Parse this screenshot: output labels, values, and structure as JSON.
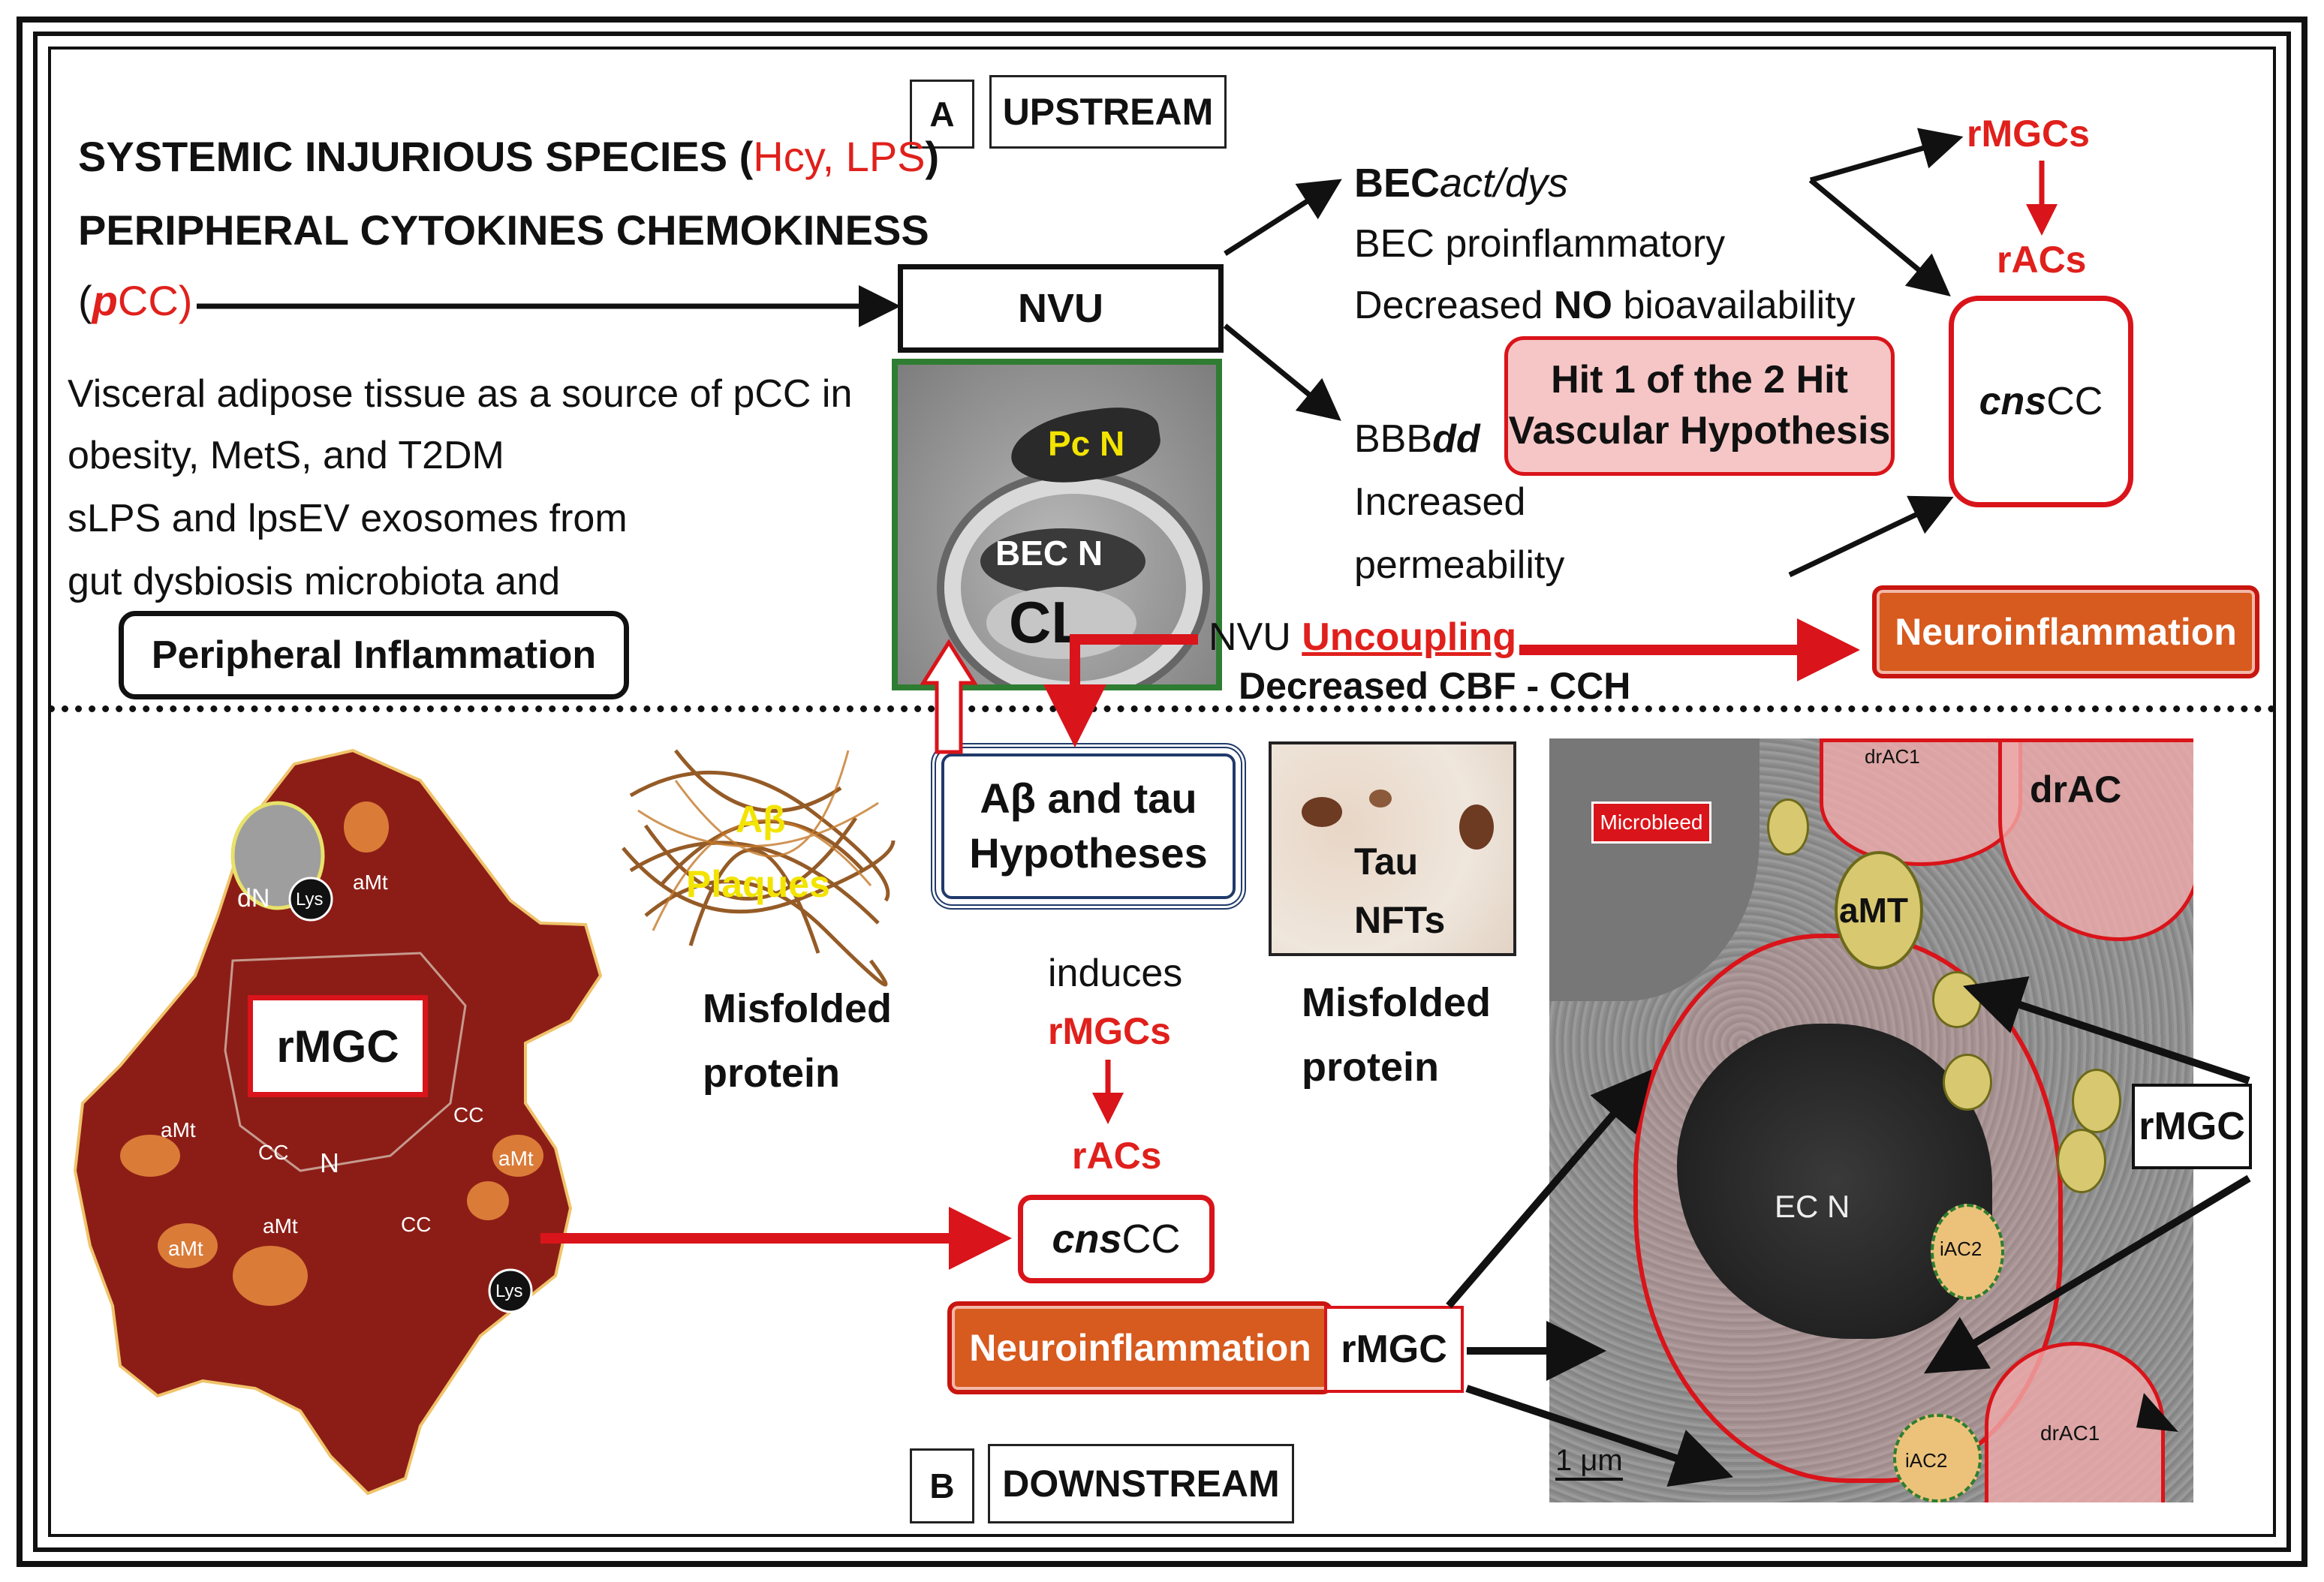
{
  "panel_a": {
    "letter": "A",
    "title": "UPSTREAM",
    "systemic_line1_prefix": "SYSTEMIC INJURIOUS SPECIES (",
    "systemic_line1_red": "Hcy, LPS",
    "systemic_line1_suffix": ")",
    "systemic_line2": "PERIPHERAL CYTOKINES CHEMOKINESS",
    "pcc_open": "(",
    "pcc_red": "p",
    "pcc_rest": "CC)",
    "visceral_1": "Visceral adipose tissue as a source of pCC in",
    "visceral_2": "obesity, MetS, and T2DM",
    "visceral_3": "sLPS and lpsEV exosomes from",
    "visceral_4": "gut dysbiosis microbiota and",
    "peripheral_inflammation": "Peripheral Inflammation",
    "nvu": "NVU",
    "micro_labels": {
      "pc_n": "Pc N",
      "bec_n": "BEC  N",
      "cl": "CL"
    },
    "bec_bold": "BEC",
    "bec_italic": "act/dys",
    "bec_proinflammatory": "BEC proinflammatory",
    "decreased_prefix": "Decreased ",
    "decreased_no": "NO",
    "decreased_suffix": " bioavailability",
    "hit_1": "Hit 1 of the 2 Hit",
    "hit_2": "Vascular Hypothesis",
    "bbb_prefix": "BBB",
    "bbb_dd": "dd",
    "increased": "Increased",
    "permeability": "permeability",
    "rmgcs": "rMGCs",
    "racs": "rACs",
    "cns_italic": "cns",
    "cns_rest": "CC",
    "nvu_uncoupling_prefix": "NVU ",
    "nvu_uncoupling": "Uncoupling",
    "decreased_cbf": "Decreased CBF - CCH",
    "neuroinflammation": "Neuroinflammation"
  },
  "panel_b": {
    "letter": "B",
    "title": "DOWNSTREAM",
    "cell_labels": {
      "dn": "dN",
      "lys": "Lys",
      "amt": "aMt",
      "cc": "CC",
      "n": "N",
      "rmgc": "rMGC"
    },
    "ab_plaques_1": "Aβ",
    "ab_plaques_2": "Plaques",
    "misfolded": "Misfolded",
    "protein": "protein",
    "ab_tau_1": "Aβ and tau",
    "ab_tau_2": "Hypotheses",
    "tau_1": "Tau",
    "tau_2": "NFTs",
    "induces": "induces",
    "rmgcs": "rMGCs",
    "racs": "rACs",
    "cns_italic": "cns",
    "cns_rest": "CC",
    "neuroinflammation": "Neuroinflammation",
    "rmgc": "rMGC",
    "tem_labels": {
      "microbleed": "Microbleed",
      "dracl": "drAC1",
      "drac": "drAC",
      "amt": "aMT",
      "ecn": "EC N",
      "iac2": "iAC2",
      "scale": "1  μm",
      "rmgc": "rMGC"
    }
  },
  "colors": {
    "red": "#e0201c",
    "orange": "#d75a1e",
    "pink": "#f6c6c6",
    "navy": "#203a6a",
    "green": "#2f7d32",
    "dark_red_cell": "#8c1d16"
  }
}
